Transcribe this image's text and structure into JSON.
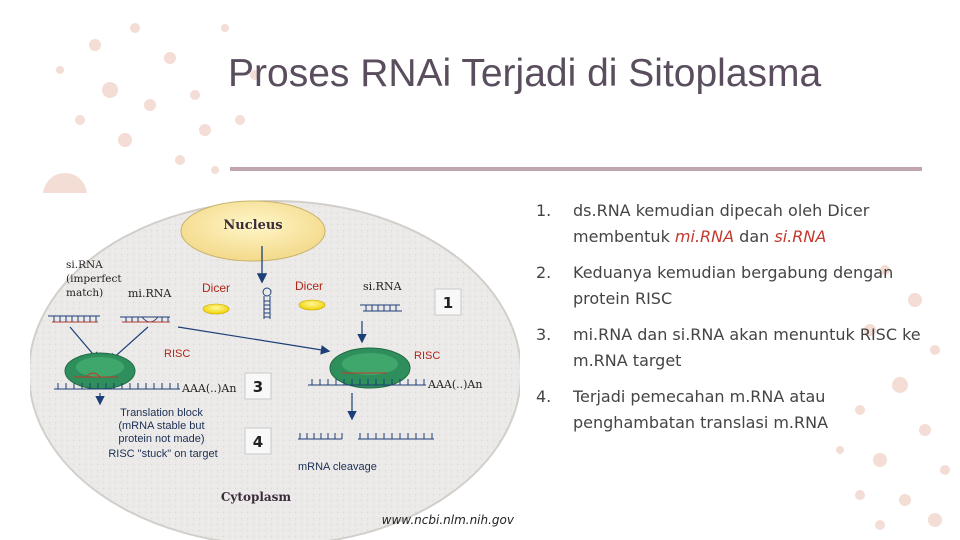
{
  "slide": {
    "title": "Proses RNAi Terjadi di Sitoplasma",
    "colors": {
      "title": "#5a4e5e",
      "rule": "#bfa6ad",
      "dots": "#f3ddd5",
      "highlight": "#c23a2e"
    }
  },
  "diagram": {
    "nucleus": "Nucleus",
    "cytoplasm": "Cytoplasm",
    "sirna_imperfect": [
      "si.RNA",
      "(imperfect",
      "match)"
    ],
    "mirna": "mi.RNA",
    "dicer_left": "Dicer",
    "dicer_right": "Dicer",
    "sirna": "si.RNA",
    "risc_left": "RISC",
    "risc_right": "RISC",
    "poly_a_left": "AAA(..)An",
    "poly_a_right": "AAA(..)An",
    "step1": "1",
    "step3": "3",
    "step4": "4",
    "translation_block": [
      "Translation block",
      "(mRNA stable but",
      "protein not made)",
      "RISC \"stuck\" on target"
    ],
    "mrna_cleavage": "mRNA cleavage",
    "source": "www.ncbi.nlm.nih.gov"
  },
  "steps": [
    {
      "num": "1.",
      "parts": [
        "ds.RNA kemudian dipecah oleh Dicer membentuk ",
        "mi.RNA",
        " dan ",
        "si.RNA"
      ]
    },
    {
      "num": "2.",
      "text": "Keduanya kemudian bergabung dengan protein RISC"
    },
    {
      "num": "3.",
      "text": "mi.RNA dan si.RNA akan menuntuk RISC ke m.RNA target"
    },
    {
      "num": "4.",
      "text": "Terjadi pemecahan m.RNA atau penghambatan translasi m.RNA"
    }
  ]
}
